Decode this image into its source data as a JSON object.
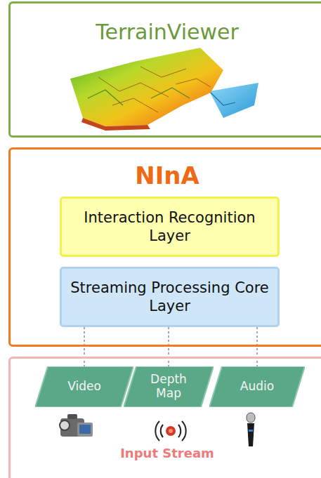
{
  "diagram": {
    "nodes": [
      {
        "text": [
          "TerrainViewer"
        ]
      },
      {
        "text": [
          "NInA"
        ]
      },
      {
        "text": [
          "Interaction Recognition Layer"
        ],
        "in": 1
      },
      {
        "text": [
          "Streaming Processing Core Layer"
        ],
        "in": 1
      },
      {
        "text": [
          "Input Stream"
        ]
      },
      {
        "text": [
          "Video"
        ],
        "in": 4
      },
      {
        "text": [
          "Depth Map"
        ],
        "in": 4
      },
      {
        "text": [
          "Audio"
        ],
        "in": 4
      }
    ],
    "edges": [
      {
        "from": 3,
        "to": 5,
        "arrow": "none"
      },
      {
        "from": 3,
        "to": 6,
        "arrow": "none"
      },
      {
        "from": 3,
        "to": 7,
        "arrow": "none"
      }
    ]
  }
}
